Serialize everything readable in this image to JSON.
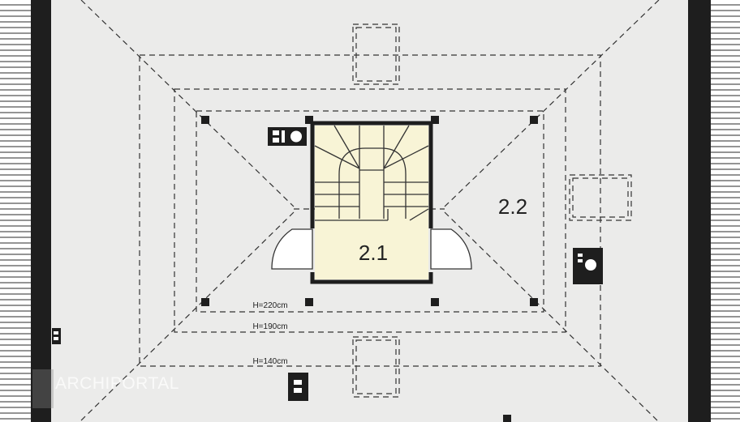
{
  "rooms": [
    {
      "id": "2.1",
      "label": "2.1",
      "fill": "#f8f4d6"
    },
    {
      "id": "2.2",
      "label": "2.2"
    }
  ],
  "heights": {
    "h220": "H=220cm",
    "h190": "H=190cm",
    "h140": "H=140cm"
  },
  "watermark": {
    "text": "ARCHIPORTAL"
  },
  "colors": {
    "background": "#ebebea",
    "wall": "#1e1e1e",
    "stair_fill": "#f8f4d6",
    "dashed": "#333333"
  }
}
